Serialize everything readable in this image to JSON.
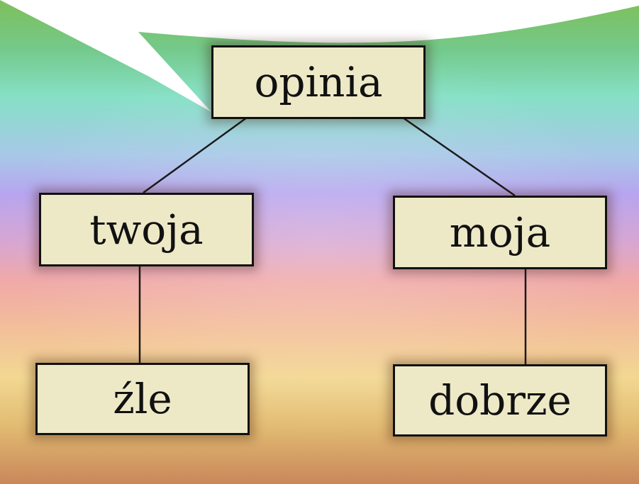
{
  "diagram": {
    "root": {
      "label": "opinia"
    },
    "left": {
      "label": "twoja",
      "child": "źle"
    },
    "right": {
      "label": "moja",
      "child": "dobrze"
    }
  },
  "colors": {
    "node_fill": "#ede9c7",
    "node_border": "#111111",
    "connector": "#1a1a1a",
    "bubble": "#ffffff"
  }
}
